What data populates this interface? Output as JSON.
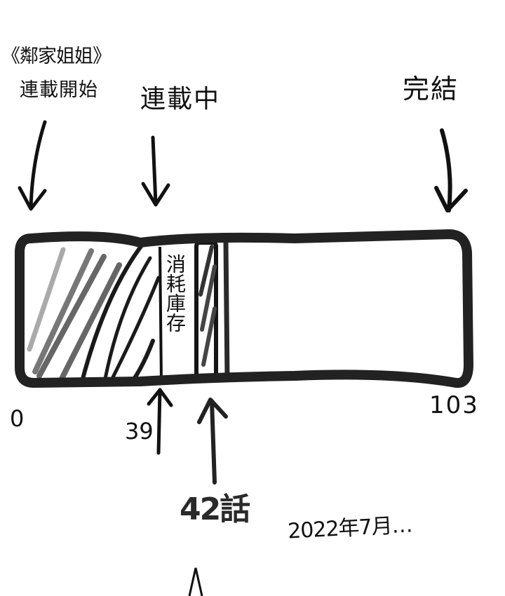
{
  "diagram": {
    "title": "《鄰家姐姐》",
    "start_label": "連載開始",
    "ongoing_label": "連載中",
    "end_label": "完結",
    "stock_label": "消耗庫存",
    "ticks": {
      "start": "0",
      "stock_start": "39",
      "end": "103"
    },
    "current_episode": "42話",
    "date_note": "2022年7月…",
    "bottom_mark": "Λ"
  }
}
